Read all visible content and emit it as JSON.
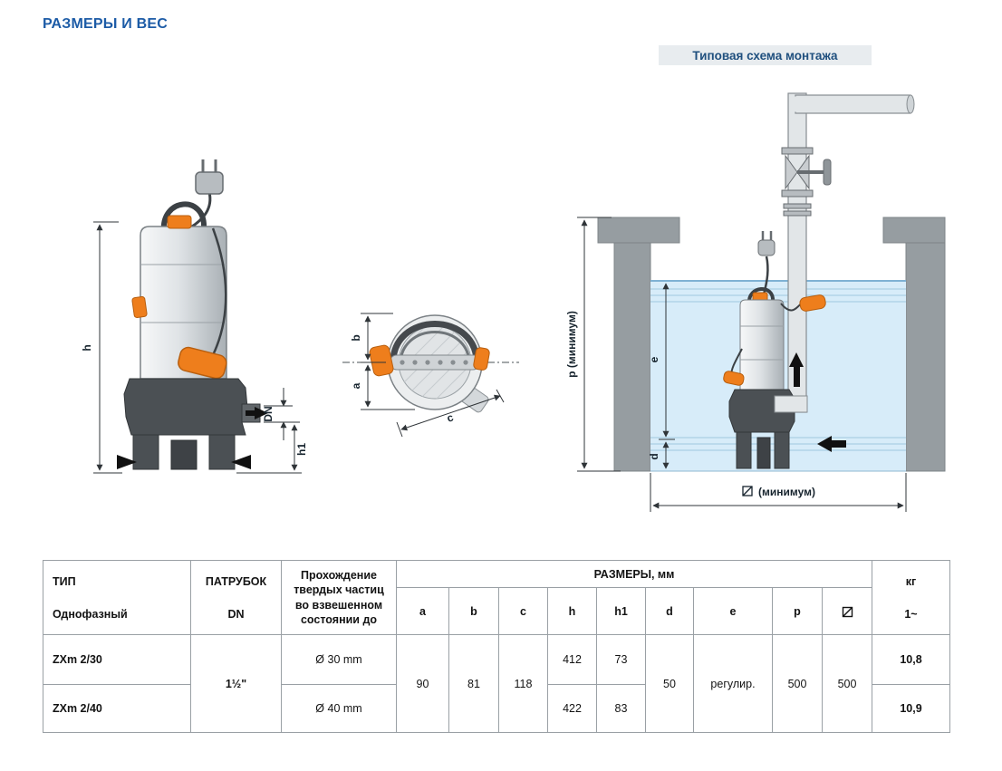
{
  "page": {
    "title": "РАЗМЕРЫ И ВЕС",
    "scheme_title": "Типовая схема монтажа"
  },
  "diagrams": {
    "front_view": {
      "dim_h": "h",
      "dim_dn": "DN",
      "dim_h1": "h1"
    },
    "top_view": {
      "dim_b": "b",
      "dim_a": "a",
      "dim_c": "c"
    },
    "installation": {
      "dim_p": "p (минимум)",
      "dim_e": "e",
      "dim_d": "d",
      "dim_width": "(минимум)"
    },
    "icons": {
      "pit_width_symbol": "square-diagonal-icon"
    }
  },
  "table": {
    "type_header": "ТИП",
    "type_subheader": "Однофазный",
    "port_header": "ПАТРУБОК",
    "port_subheader": "DN",
    "solids_header": "Прохождение твердых частиц во взвешенном состоянии до",
    "dimensions_header": "РАЗМЕРЫ, мм",
    "dim_columns": [
      "a",
      "b",
      "c",
      "h",
      "h1",
      "d",
      "e",
      "p"
    ],
    "pit_column_icon": "square-diagonal-icon",
    "weight_header": "кг",
    "weight_subheader": "1~",
    "shared": {
      "dn": "1½\"",
      "a": "90",
      "b": "81",
      "c": "118",
      "d": "50",
      "e": "регулир.",
      "p": "500",
      "pit": "500"
    },
    "rows": [
      {
        "type": "ZXm 2/30",
        "solids": "Ø 30 mm",
        "h": "412",
        "h1": "73",
        "kg": "10,8"
      },
      {
        "type": "ZXm 2/40",
        "solids": "Ø 40 mm",
        "h": "422",
        "h1": "83",
        "kg": "10,9"
      }
    ]
  }
}
